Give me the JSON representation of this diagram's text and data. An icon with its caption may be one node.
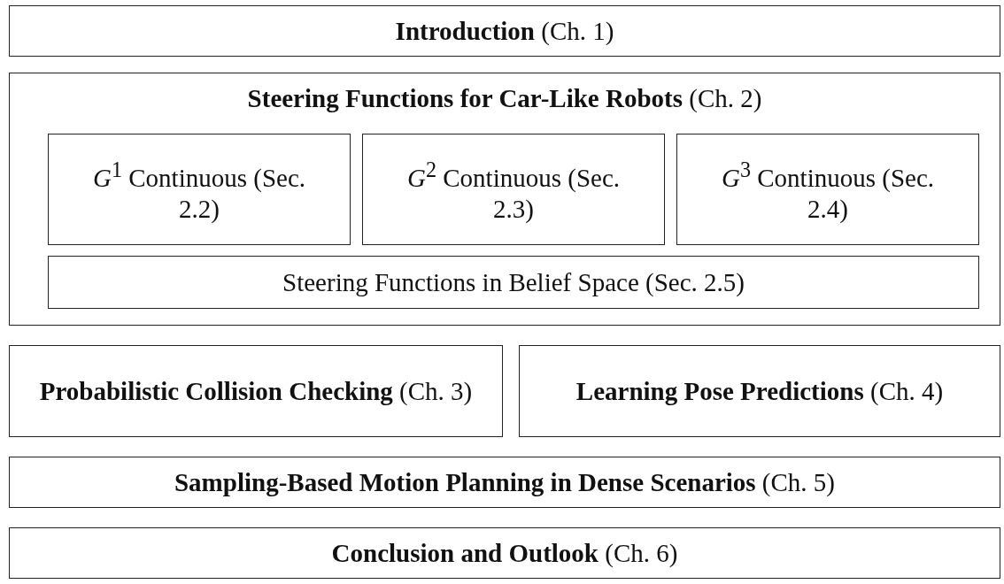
{
  "diagram": {
    "nodes": [
      {
        "text": [
          "**Introduction** (Ch. 1)"
        ]
      },
      {
        "text": [
          "**Steering Functions for Car-Like Robots** (Ch. 2)"
        ]
      },
      {
        "text": [
          "*G*$^{1}$ Continuous (Sec. 2.2)"
        ],
        "in": 1
      },
      {
        "text": [
          "*G*$^{2}$ Continuous (Sec. 2.3)"
        ],
        "in": 1
      },
      {
        "text": [
          "*G*$^{3}$ Continuous (Sec. 2.4)"
        ],
        "in": 1
      },
      {
        "text": [
          "Steering Functions in Belief Space (Sec. 2.5)"
        ],
        "in": 1
      },
      {
        "text": [
          "**Probabilistic Collision Checking** (Ch. 3)"
        ]
      },
      {
        "text": [
          "**Learning Pose Predictions** (Ch. 4)"
        ]
      },
      {
        "text": [
          "**Sampling-Based Motion Planning in Dense Scenarios** (Ch. 5)"
        ]
      },
      {
        "text": [
          "**Conclusion and Outlook** (Ch. 6)"
        ]
      }
    ]
  }
}
